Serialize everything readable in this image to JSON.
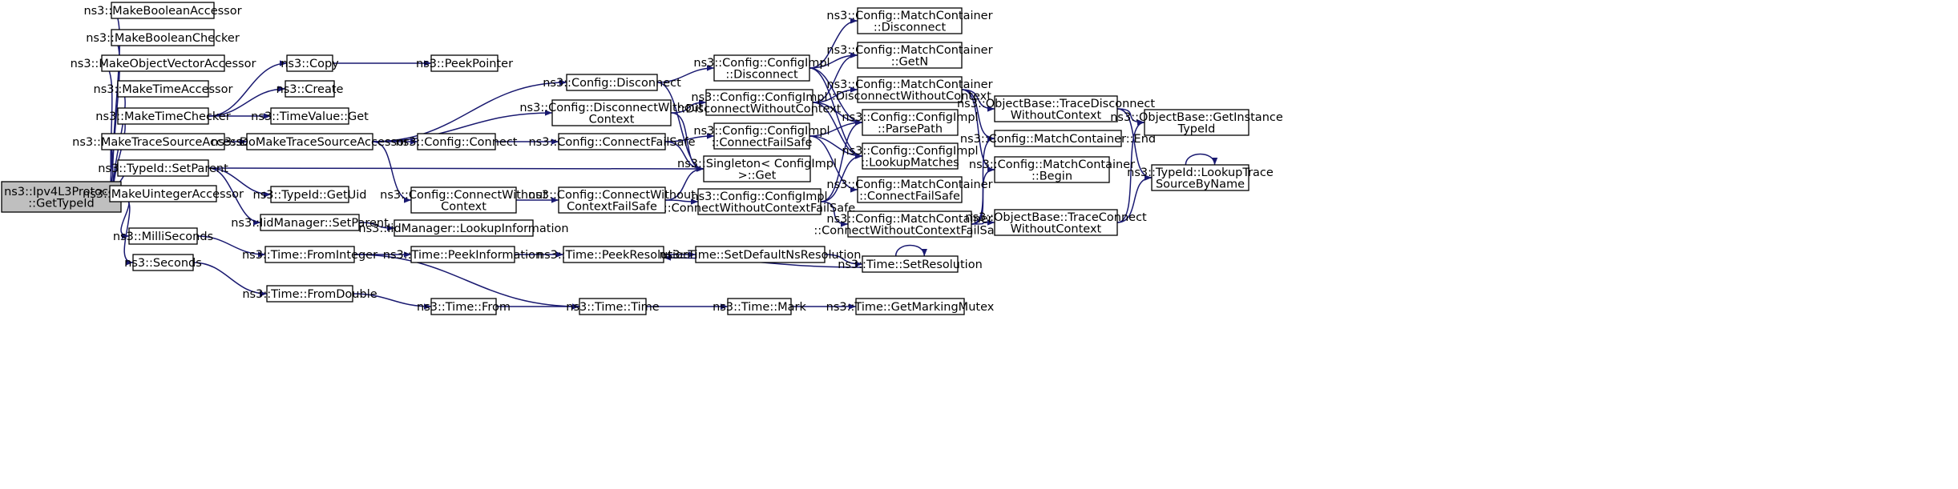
{
  "graph": {
    "nodes": [
      {
        "id": "root",
        "lines": [
          "ns3::Ipv4L3Protocol",
          "::GetTypeId"
        ],
        "root": true
      },
      {
        "id": "mba",
        "lines": [
          "ns3::MakeBooleanAccessor"
        ]
      },
      {
        "id": "mbc",
        "lines": [
          "ns3::MakeBooleanChecker"
        ]
      },
      {
        "id": "movac",
        "lines": [
          "ns3::MakeObjectVectorAccessor"
        ]
      },
      {
        "id": "mta",
        "lines": [
          "ns3::MakeTimeAccessor"
        ]
      },
      {
        "id": "mtc",
        "lines": [
          "ns3::MakeTimeChecker"
        ]
      },
      {
        "id": "mtsa",
        "lines": [
          "ns3::MakeTraceSourceAccessor"
        ]
      },
      {
        "id": "tisp",
        "lines": [
          "ns3::TypeId::SetParent"
        ]
      },
      {
        "id": "mua",
        "lines": [
          "ns3::MakeUintegerAccessor"
        ]
      },
      {
        "id": "ms",
        "lines": [
          "ns3::MilliSeconds"
        ]
      },
      {
        "id": "sec",
        "lines": [
          "ns3::Seconds"
        ]
      },
      {
        "id": "copy",
        "lines": [
          "ns3::Copy"
        ]
      },
      {
        "id": "create",
        "lines": [
          "ns3::Create"
        ]
      },
      {
        "id": "tvget",
        "lines": [
          "ns3::TimeValue::Get"
        ]
      },
      {
        "id": "dmtsa",
        "lines": [
          "ns3::DoMakeTraceSourceAccessor"
        ]
      },
      {
        "id": "tiguid",
        "lines": [
          "ns3::TypeId::GetUid"
        ]
      },
      {
        "id": "iidsp",
        "lines": [
          "ns3::IidManager::SetParent"
        ]
      },
      {
        "id": "tfi",
        "lines": [
          "ns3::Time::FromInteger"
        ]
      },
      {
        "id": "tfd",
        "lines": [
          "ns3::Time::FromDouble"
        ]
      },
      {
        "id": "peekptr",
        "lines": [
          "ns3::PeekPointer"
        ]
      },
      {
        "id": "cfgdisc",
        "lines": [
          "ns3::Config::Disconnect"
        ]
      },
      {
        "id": "cfgdwc",
        "lines": [
          "ns3::Config::DisconnectWithout",
          "Context"
        ]
      },
      {
        "id": "cfgconn",
        "lines": [
          "ns3::Config::Connect"
        ]
      },
      {
        "id": "cfgcwc",
        "lines": [
          "ns3::Config::ConnectWithout",
          "Context"
        ]
      },
      {
        "id": "iidli",
        "lines": [
          "ns3::IidManager::LookupInformation"
        ]
      },
      {
        "id": "tpi",
        "lines": [
          "ns3::Time::PeekInformation"
        ]
      },
      {
        "id": "tfrom",
        "lines": [
          "ns3::Time::From"
        ]
      },
      {
        "id": "cfgcfs",
        "lines": [
          "ns3::Config::ConnectFailSafe"
        ]
      },
      {
        "id": "cfgcwcfs",
        "lines": [
          "ns3::Config::ConnectWithout",
          "ContextFailSafe"
        ]
      },
      {
        "id": "tpr",
        "lines": [
          "ns3::Time::PeekResolution"
        ]
      },
      {
        "id": "ttime",
        "lines": [
          "ns3::Time::Time"
        ]
      },
      {
        "id": "cidisc",
        "lines": [
          "ns3::Config::ConfigImpl",
          "::Disconnect"
        ]
      },
      {
        "id": "cidwc",
        "lines": [
          "ns3::Config::ConfigImpl",
          "::DisconnectWithoutContext"
        ]
      },
      {
        "id": "cicfs",
        "lines": [
          "ns3::Config::ConfigImpl",
          "::ConnectFailSafe"
        ]
      },
      {
        "id": "singget",
        "lines": [
          "ns3::Singleton< ConfigImpl",
          ">::Get"
        ]
      },
      {
        "id": "cicwcfs",
        "lines": [
          "ns3::Config::ConfigImpl",
          "::ConnectWithoutContextFailSafe"
        ]
      },
      {
        "id": "tsdnr",
        "lines": [
          "ns3::Time::SetDefaultNsResolution"
        ]
      },
      {
        "id": "tmark",
        "lines": [
          "ns3::Time::Mark"
        ]
      },
      {
        "id": "mcdisc",
        "lines": [
          "ns3::Config::MatchContainer",
          "::Disconnect"
        ]
      },
      {
        "id": "mcgetn",
        "lines": [
          "ns3::Config::MatchContainer",
          "::GetN"
        ]
      },
      {
        "id": "mcdwc",
        "lines": [
          "ns3::Config::MatchContainer",
          "::DisconnectWithoutContext"
        ]
      },
      {
        "id": "ciparse",
        "lines": [
          "ns3::Config::ConfigImpl",
          "::ParsePath"
        ]
      },
      {
        "id": "cilookup",
        "lines": [
          "ns3::Config::ConfigImpl",
          "::LookupMatches"
        ]
      },
      {
        "id": "mccfs",
        "lines": [
          "ns3::Config::MatchContainer",
          "::ConnectFailSafe"
        ]
      },
      {
        "id": "mccwcfs",
        "lines": [
          "ns3::Config::MatchContainer",
          "::ConnectWithoutContextFailSafe"
        ]
      },
      {
        "id": "tsr",
        "lines": [
          "ns3::Time::SetResolution"
        ]
      },
      {
        "id": "tgmm",
        "lines": [
          "ns3::Time::GetMarkingMutex"
        ]
      },
      {
        "id": "obtdwc",
        "lines": [
          "ns3::ObjectBase::TraceDisconnect",
          "WithoutContext"
        ]
      },
      {
        "id": "mcend",
        "lines": [
          "ns3::Config::MatchContainer::End"
        ]
      },
      {
        "id": "mcbegin",
        "lines": [
          "ns3::Config::MatchContainer",
          "::Begin"
        ]
      },
      {
        "id": "obtcwc",
        "lines": [
          "ns3::ObjectBase::TraceConnect",
          "WithoutContext"
        ]
      },
      {
        "id": "obgitid",
        "lines": [
          "ns3::ObjectBase::GetInstance",
          "TypeId"
        ]
      },
      {
        "id": "tilts",
        "lines": [
          "ns3::TypeId::LookupTrace",
          "SourceByName"
        ]
      }
    ],
    "edges": [
      [
        "root",
        "mba"
      ],
      [
        "root",
        "mbc"
      ],
      [
        "root",
        "movac"
      ],
      [
        "root",
        "mta"
      ],
      [
        "root",
        "mtc"
      ],
      [
        "root",
        "mtsa"
      ],
      [
        "root",
        "tisp"
      ],
      [
        "root",
        "mua"
      ],
      [
        "root",
        "ms"
      ],
      [
        "root",
        "sec"
      ],
      [
        "mtc",
        "copy"
      ],
      [
        "mtc",
        "create"
      ],
      [
        "mtc",
        "tvget"
      ],
      [
        "copy",
        "peekptr"
      ],
      [
        "mtsa",
        "dmtsa"
      ],
      [
        "dmtsa",
        "cfgdisc"
      ],
      [
        "dmtsa",
        "cfgdwc"
      ],
      [
        "dmtsa",
        "cfgconn"
      ],
      [
        "dmtsa",
        "cfgcwc"
      ],
      [
        "tisp",
        "singget"
      ],
      [
        "tisp",
        "tiguid"
      ],
      [
        "tisp",
        "iidsp"
      ],
      [
        "iidsp",
        "iidli"
      ],
      [
        "ms",
        "tfi"
      ],
      [
        "sec",
        "tfd"
      ],
      [
        "tfi",
        "tpi"
      ],
      [
        "tfi",
        "ttime"
      ],
      [
        "tfd",
        "tfrom"
      ],
      [
        "tpi",
        "tpr"
      ],
      [
        "tfrom",
        "ttime"
      ],
      [
        "cfgdisc",
        "cidisc"
      ],
      [
        "cfgdisc",
        "singget"
      ],
      [
        "cfgdwc",
        "cidwc"
      ],
      [
        "cfgdwc",
        "singget"
      ],
      [
        "cfgconn",
        "cfgcfs"
      ],
      [
        "cfgcfs",
        "cicfs"
      ],
      [
        "cfgcfs",
        "singget"
      ],
      [
        "cfgcwc",
        "cfgcwcfs"
      ],
      [
        "cfgcwcfs",
        "cicwcfs"
      ],
      [
        "cfgcwcfs",
        "singget"
      ],
      [
        "tpr",
        "tsdnr"
      ],
      [
        "ttime",
        "tmark"
      ],
      [
        "tsdnr",
        "tsr"
      ],
      [
        "tsr",
        "tpr"
      ],
      [
        "tsr",
        "tsr"
      ],
      [
        "tmark",
        "tgmm"
      ],
      [
        "cidisc",
        "mcdisc"
      ],
      [
        "cidisc",
        "mcgetn"
      ],
      [
        "cidisc",
        "ciparse"
      ],
      [
        "cidisc",
        "cilookup"
      ],
      [
        "cidwc",
        "mcgetn"
      ],
      [
        "cidwc",
        "mcdwc"
      ],
      [
        "cidwc",
        "ciparse"
      ],
      [
        "cidwc",
        "cilookup"
      ],
      [
        "cicfs",
        "ciparse"
      ],
      [
        "cicfs",
        "cilookup"
      ],
      [
        "cicfs",
        "mccfs"
      ],
      [
        "cicwcfs",
        "ciparse"
      ],
      [
        "cicwcfs",
        "cilookup"
      ],
      [
        "cicwcfs",
        "mccwcfs"
      ],
      [
        "mcdwc",
        "obtdwc"
      ],
      [
        "mcdwc",
        "mcend"
      ],
      [
        "mcdwc",
        "mcbegin"
      ],
      [
        "mccwcfs",
        "mcend"
      ],
      [
        "mccwcfs",
        "mcbegin"
      ],
      [
        "mccwcfs",
        "obtcwc"
      ],
      [
        "obtdwc",
        "obgitid"
      ],
      [
        "obtdwc",
        "tilts"
      ],
      [
        "obtcwc",
        "obgitid"
      ],
      [
        "obtcwc",
        "tilts"
      ],
      [
        "tilts",
        "tilts"
      ]
    ]
  }
}
